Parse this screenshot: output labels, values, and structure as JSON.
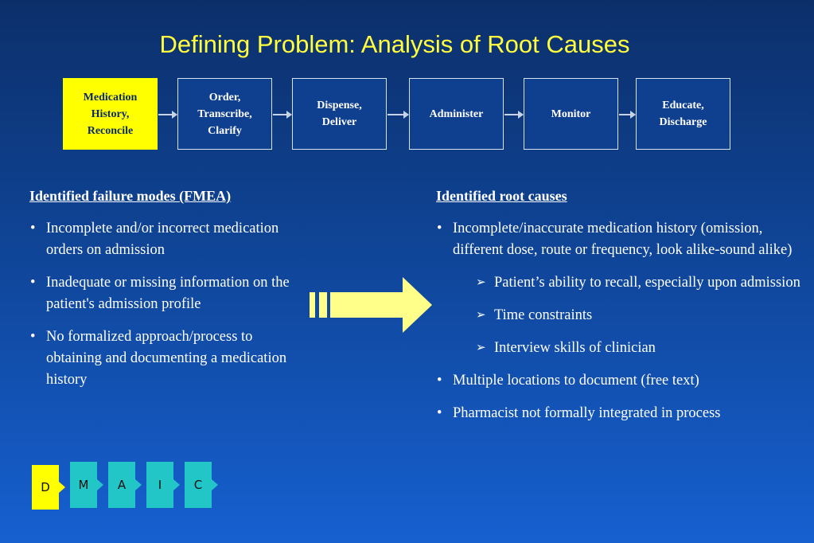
{
  "title": "Defining Problem:  Analysis of Root Causes",
  "process_steps": [
    {
      "label": "Medication\nHistory,\nReconcile",
      "highlighted": true
    },
    {
      "label": "Order,\nTranscribe,\nClarify",
      "highlighted": false
    },
    {
      "label": "Dispense,\nDeliver",
      "highlighted": false
    },
    {
      "label": "Administer",
      "highlighted": false
    },
    {
      "label": "Monitor",
      "highlighted": false
    },
    {
      "label": "Educate,\nDischarge",
      "highlighted": false
    }
  ],
  "left": {
    "heading": "Identified failure modes (FMEA)",
    "items": [
      "Incomplete and/or incorrect medication orders on admission",
      "Inadequate or missing information on the patient's admission profile",
      "No formalized approach/process to obtaining and documenting a medication history"
    ]
  },
  "right": {
    "heading": "Identified root causes",
    "items": [
      "Incomplete/inaccurate medication history (omission, different dose, route or frequency, look alike-sound alike)",
      "Patient’s ability to recall, especially upon admission",
      "Time constraints",
      "Interview skills of clinician",
      "Multiple locations to document (free text)",
      "Pharmacist not formally integrated in process"
    ]
  },
  "bullet_glyph": "•",
  "sub_bullet_glyph": "➢",
  "dmaic": [
    "D",
    "M",
    "A",
    "I",
    "C"
  ],
  "colors": {
    "title": "#ffff3d",
    "highlight_box": "#ffff00",
    "dmaic_current": "#ffff00",
    "dmaic_other": "#22c6c6",
    "big_arrow": "#ffff8a"
  }
}
